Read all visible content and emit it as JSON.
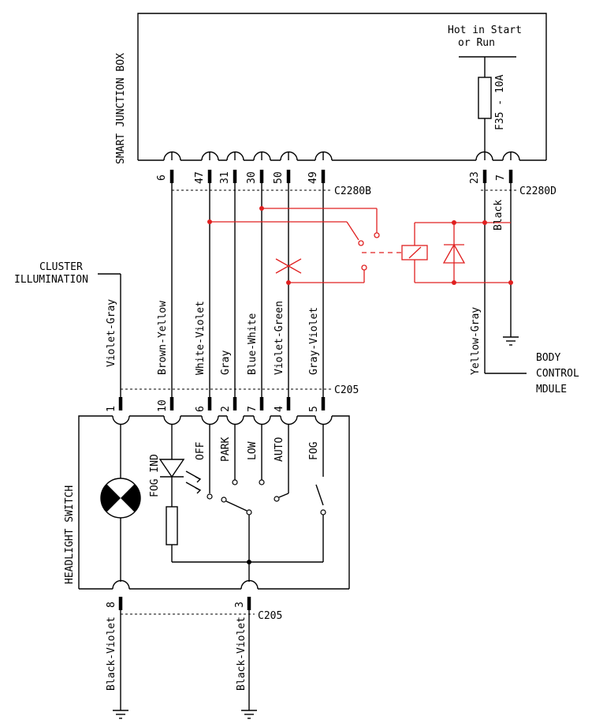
{
  "sjb": {
    "title": "SMART JUNCTION BOX",
    "hot_line1": "Hot in Start",
    "hot_line2": "or Run",
    "fuse_label": "F35 - 10A",
    "connector_b": "C2280B",
    "connector_d": "C2280D",
    "pins_b": [
      "6",
      "47",
      "31",
      "30",
      "50",
      "49"
    ],
    "pins_d": [
      "23",
      "7"
    ]
  },
  "wires": {
    "violet_gray": "Violet-Gray",
    "brown_yellow": "Brown-Yellow",
    "white_violet": "White-Violet",
    "gray": "Gray",
    "blue_white": "Blue-White",
    "violet_green": "Violet-Green",
    "gray_violet": "Gray-Violet",
    "yellow_gray": "Yellow-Gray",
    "black": "Black",
    "black_violet": "Black-Violet"
  },
  "cluster": {
    "line1": "CLUSTER",
    "line2": "ILLUMINATION"
  },
  "bcm": {
    "line1": "BODY",
    "line2": "CONTROL",
    "line3": "MDULE"
  },
  "c205": {
    "label": "C205",
    "pins_top": [
      "1",
      "10",
      "6",
      "2",
      "7",
      "4",
      "5"
    ],
    "pins_bottom": [
      "8",
      "3"
    ]
  },
  "switch": {
    "title": "HEADLIGHT SWITCH",
    "fog_ind": "FOG IND",
    "off": "OFF",
    "park": "PARK",
    "low": "LOW",
    "auto": "AUTO",
    "fog": "FOG"
  }
}
